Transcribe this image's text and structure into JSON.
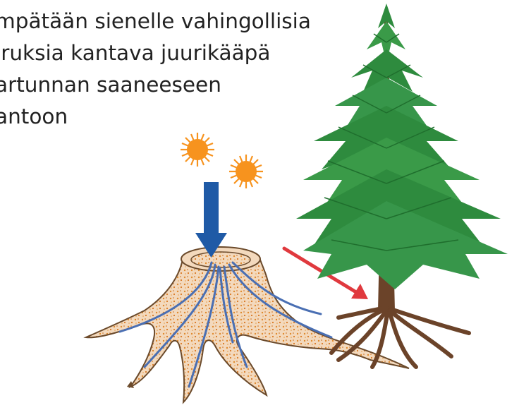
{
  "caption": {
    "lines": [
      "mpätään sienelle vahingollisia",
      "iruksia kantava juurikääpä",
      "artunnan saaneeseen",
      "antoon"
    ]
  },
  "colors": {
    "spore": "#f7931e",
    "inoculation_arrow": "#1f5aa6",
    "spread_arrow": "#e0393e",
    "stump_fill": "#f3d9bd",
    "stump_outline": "#6b4a2b",
    "mycelium": "#4a6fb3",
    "tree_needles": "#2e8b3e",
    "tree_trunk": "#6b4329"
  },
  "icons": {
    "spore_1": "spore-icon",
    "spore_2": "spore-icon",
    "arrow_down": "arrow-down-icon",
    "arrow_diagonal": "arrow-icon",
    "stump": "tree-stump-icon",
    "tree": "spruce-tree-icon"
  }
}
